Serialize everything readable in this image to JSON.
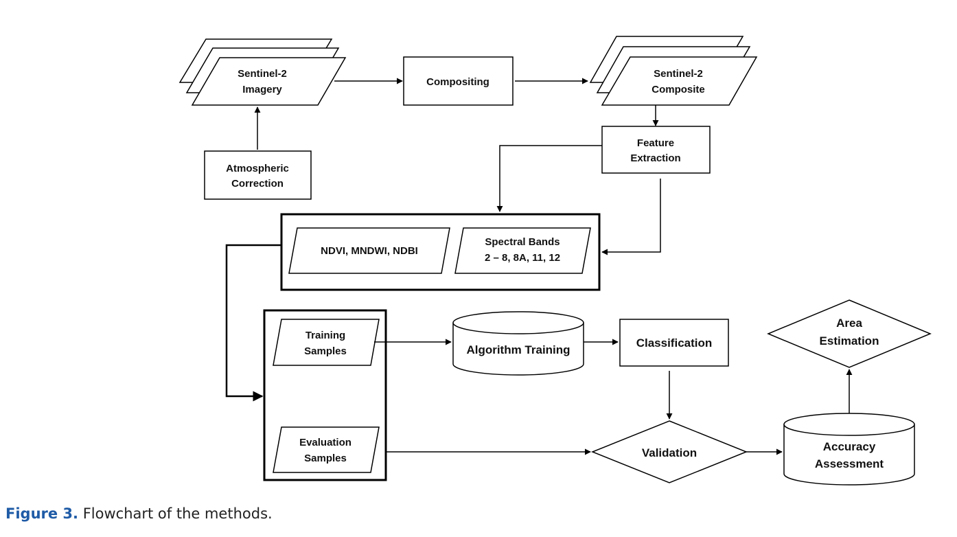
{
  "nodes": {
    "sentinel_imagery": {
      "line1": "Sentinel-2",
      "line2": "Imagery"
    },
    "compositing": {
      "label": "Compositing"
    },
    "sentinel_composite": {
      "line1": "Sentinel-2",
      "line2": "Composite"
    },
    "atmospheric_correction": {
      "line1": "Atmospheric",
      "line2": "Correction"
    },
    "feature_extraction": {
      "line1": "Feature",
      "line2": "Extraction"
    },
    "indices": {
      "label": "NDVI, MNDWI, NDBI"
    },
    "spectral_bands": {
      "line1": "Spectral Bands",
      "line2": "2 – 8, 8A, 11, 12"
    },
    "training_samples": {
      "line1": "Training",
      "line2": "Samples"
    },
    "evaluation_samples": {
      "line1": "Evaluation",
      "line2": "Samples"
    },
    "algorithm_training": {
      "label": "Algorithm Training"
    },
    "classification": {
      "label": "Classification"
    },
    "validation": {
      "label": "Validation"
    },
    "accuracy_assessment": {
      "line1": "Accuracy",
      "line2": "Assessment"
    },
    "area_estimation": {
      "line1": "Area",
      "line2": "Estimation"
    }
  },
  "caption": {
    "figure_label": "Figure 3.",
    "text": "Flowchart of the methods."
  },
  "colors": {
    "stroke": "#000000",
    "text": "#111111",
    "figure_label": "#1f5ba6"
  }
}
